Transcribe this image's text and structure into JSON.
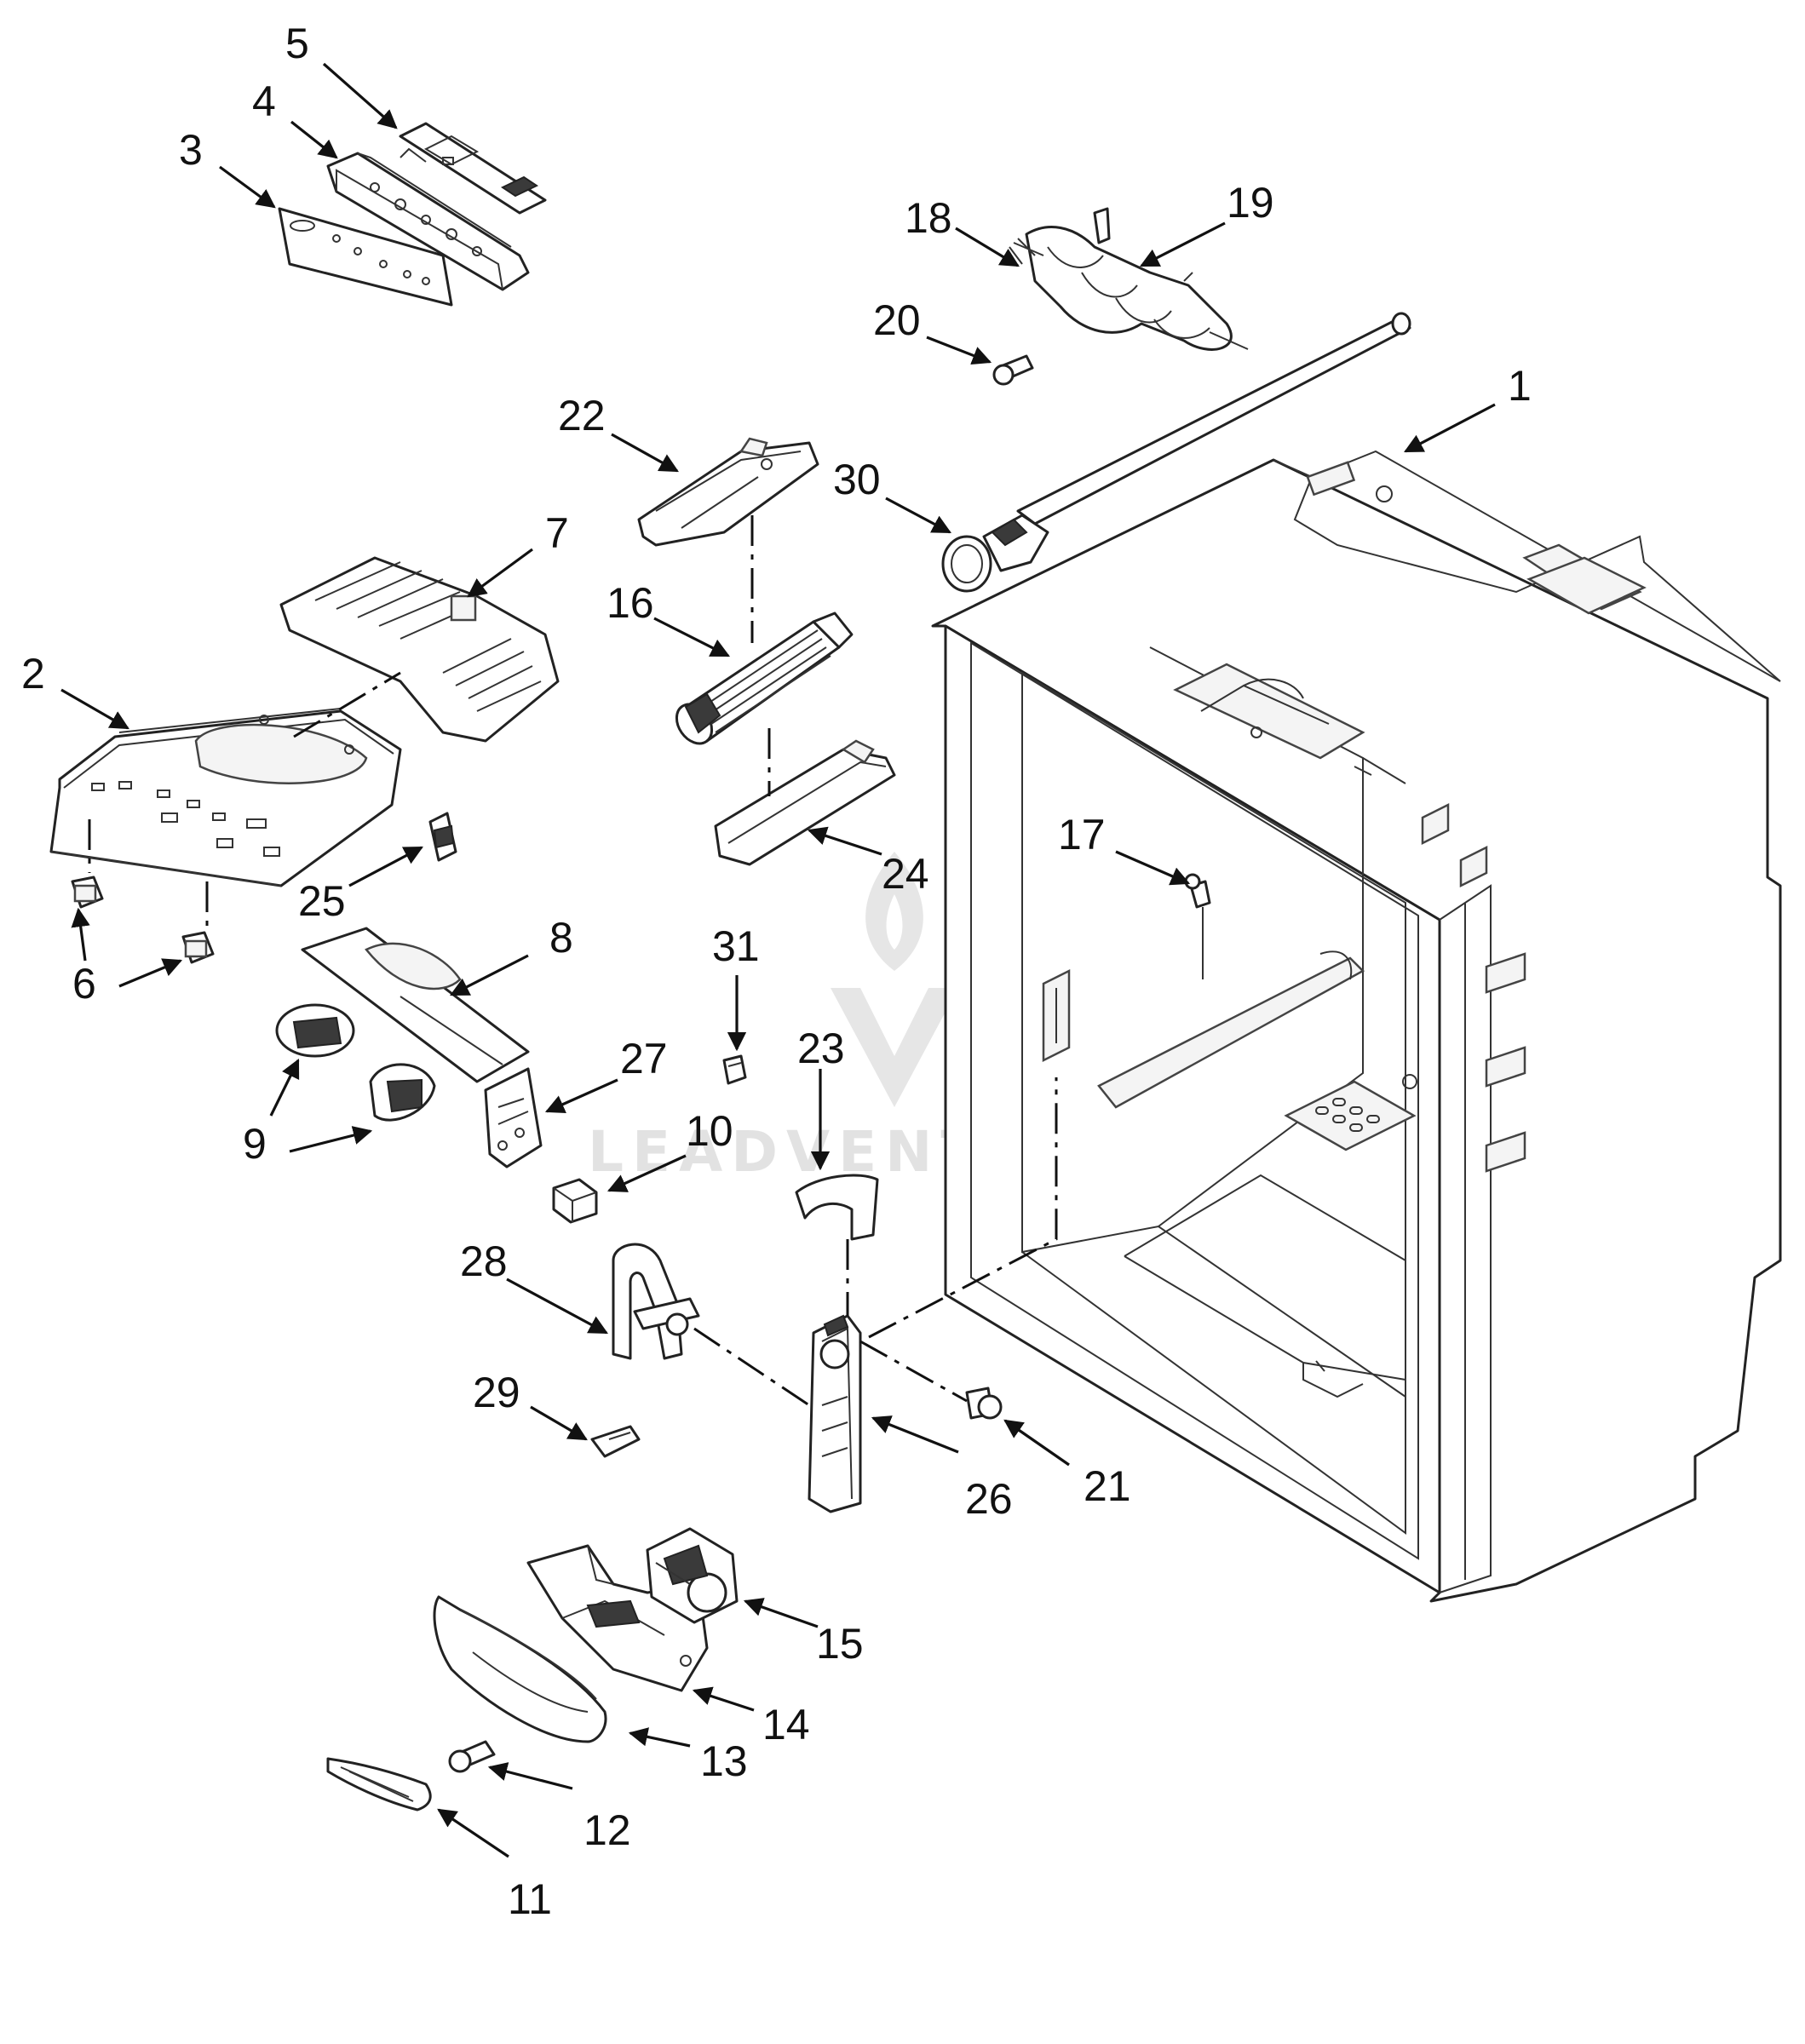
{
  "diagram": {
    "kind": "exploded-parts-view",
    "callouts": [
      {
        "id": "c1",
        "label": "1"
      },
      {
        "id": "c2",
        "label": "2"
      },
      {
        "id": "c3",
        "label": "3"
      },
      {
        "id": "c4",
        "label": "4"
      },
      {
        "id": "c5",
        "label": "5"
      },
      {
        "id": "c6",
        "label": "6"
      },
      {
        "id": "c7",
        "label": "7"
      },
      {
        "id": "c8",
        "label": "8"
      },
      {
        "id": "c9",
        "label": "9"
      },
      {
        "id": "c10",
        "label": "10"
      },
      {
        "id": "c11",
        "label": "11"
      },
      {
        "id": "c12",
        "label": "12"
      },
      {
        "id": "c13",
        "label": "13"
      },
      {
        "id": "c14",
        "label": "14"
      },
      {
        "id": "c15",
        "label": "15"
      },
      {
        "id": "c16",
        "label": "16"
      },
      {
        "id": "c17",
        "label": "17"
      },
      {
        "id": "c18",
        "label": "18"
      },
      {
        "id": "c19",
        "label": "19"
      },
      {
        "id": "c20",
        "label": "20"
      },
      {
        "id": "c21",
        "label": "21"
      },
      {
        "id": "c22",
        "label": "22"
      },
      {
        "id": "c23",
        "label": "23"
      },
      {
        "id": "c24",
        "label": "24"
      },
      {
        "id": "c25",
        "label": "25"
      },
      {
        "id": "c26",
        "label": "26"
      },
      {
        "id": "c27",
        "label": "27"
      },
      {
        "id": "c28",
        "label": "28"
      },
      {
        "id": "c29",
        "label": "29"
      },
      {
        "id": "c30",
        "label": "30"
      },
      {
        "id": "c31",
        "label": "31"
      }
    ]
  },
  "watermark": {
    "text": "LEADVENTURE",
    "color": "#e2e2e2"
  },
  "colors": {
    "line": "#222222",
    "background": "#ffffff"
  }
}
